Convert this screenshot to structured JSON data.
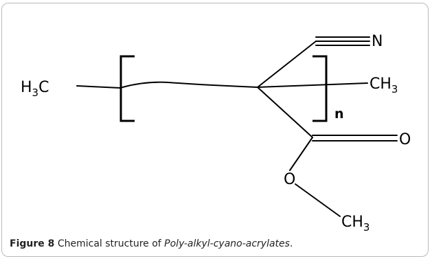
{
  "figure": {
    "label": "Figure 8",
    "caption_text": "Chemical structure of ",
    "caption_italic": "Poly-alkyl-cyano-acrylates",
    "caption_end": "."
  },
  "structure": {
    "left_group": {
      "main": "H",
      "sub": "3",
      "tail": "C"
    },
    "right_group": {
      "main": "CH",
      "sub": "3"
    },
    "bottom_group": {
      "main": "CH",
      "sub": "3"
    },
    "nitrile_atom": "N",
    "carbonyl_atom": "O",
    "ester_atom": "O",
    "repeat_index": "n"
  }
}
